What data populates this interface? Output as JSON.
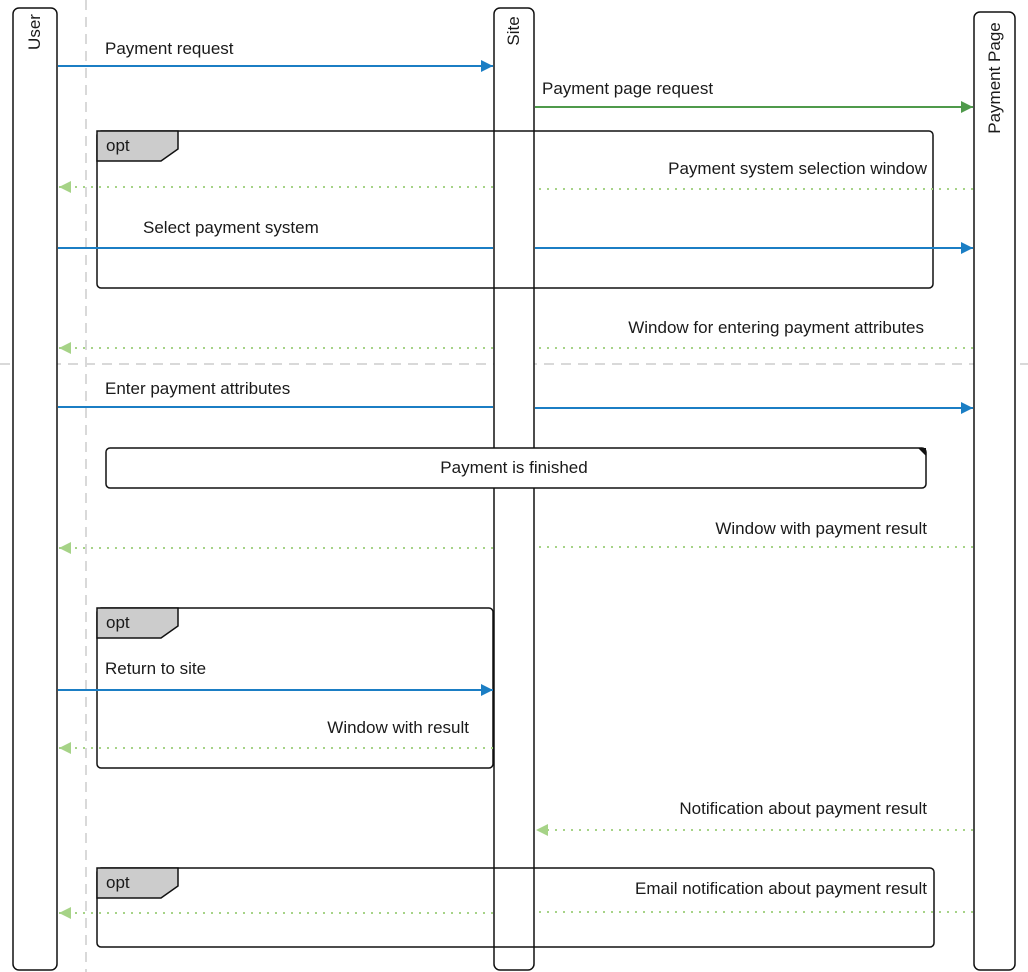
{
  "colors": {
    "blue": "#1b7ec4",
    "green": "#4f9a4b",
    "lightgreen": "#a6d387"
  },
  "participants": {
    "user": "User",
    "site": "Site",
    "payment_page": "Payment Page"
  },
  "fragments": {
    "opt1": "opt",
    "opt2": "opt",
    "opt3": "opt"
  },
  "note": "Payment is finished",
  "messages": {
    "m1": "Payment request",
    "m2": "Payment page request",
    "m3": "Payment system selection window",
    "m4": "Select payment system",
    "m5": "Window for entering payment attributes",
    "m6": "Enter payment attributes",
    "m7": "Window with payment result",
    "m8": "Return to site",
    "m9": "Window with result",
    "m10": "Notification about payment result",
    "m11": "Email notification about payment result"
  }
}
